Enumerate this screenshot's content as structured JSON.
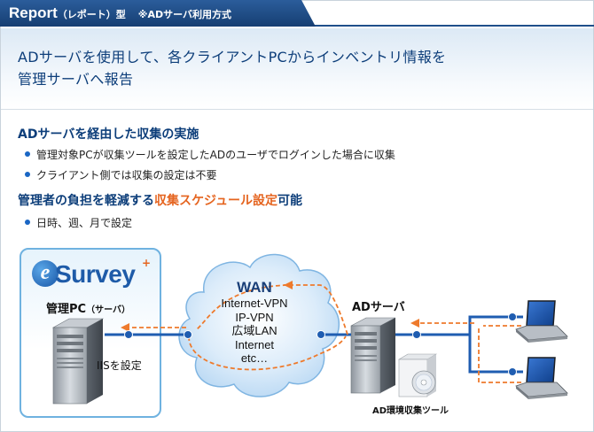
{
  "header": {
    "title_main": "Report",
    "title_paren": "（レポート）型",
    "title_note": "※ADサーバ利用方式"
  },
  "headline": {
    "line1": "ADサーバを使用して、各クライアントPCからインベントリ情報を",
    "line2": "管理サーバへ報告"
  },
  "points": {
    "heading1": "ADサーバを経由した収集の実施",
    "bullets1": [
      "管理対象PCが収集ツールを設定したADのユーザでログインした場合に収集",
      "クライアント側では収集の設定は不要"
    ],
    "heading2_pre": "管理者の負担を軽減する",
    "heading2_hl": "収集スケジュール設定",
    "heading2_post": "可能",
    "bullets2": [
      "日時、週、月で設定"
    ]
  },
  "diagram": {
    "logo_mark": "e",
    "logo_word": "Survey",
    "logo_plus": "+",
    "pc_label": "管理PC",
    "pc_sub": "（サーバ）",
    "iis_label": "IISを設定",
    "wan_title": "WAN",
    "wan_lines": [
      "Internet-VPN",
      "IP-VPN",
      "広域LAN",
      "Internet",
      "etc…"
    ],
    "ad_label": "ADサーバ",
    "ad_tool_label": "AD環境収集ツール"
  },
  "colors": {
    "primary_blue": "#0d3e7a",
    "accent_orange": "#e5641f",
    "link_blue": "#1a66c4"
  },
  "icons": [
    "server-icon",
    "cloud-icon",
    "laptop-icon",
    "cd-box-icon",
    "bullet-dot-icon"
  ]
}
